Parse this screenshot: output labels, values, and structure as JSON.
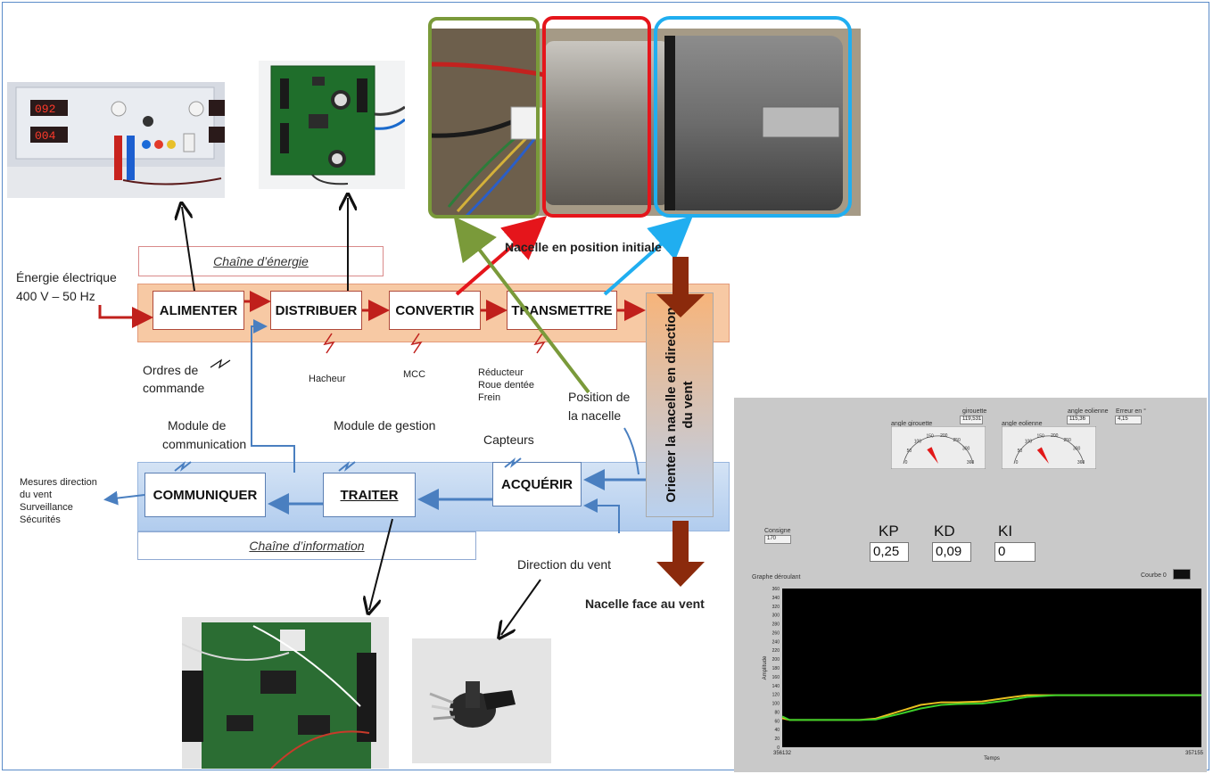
{
  "energy_chain": {
    "title": "Chaîne d’énergie",
    "input_line1": "Énergie électrique",
    "input_line2": "400 V – 50 Hz",
    "blocks": [
      "ALIMENTER",
      "DISTRIBUER",
      "CONVERTIR",
      "TRANSMETTRE"
    ],
    "components": {
      "distribuer": "Hacheur",
      "convertir": "MCC",
      "transmettre_1": "Réducteur",
      "transmettre_2": "Roue dentée",
      "transmettre_3": "Frein"
    }
  },
  "info_chain": {
    "title": "Chaîne d’information",
    "blocks": [
      "COMMUNIQUER",
      "TRAITER",
      "ACQUÉRIR"
    ],
    "labels": {
      "module_comm_1": "Module de",
      "module_comm_2": "communication",
      "module_gestion": "Module de gestion",
      "capteurs": "Capteurs",
      "ordres_1": "Ordres de",
      "ordres_2": "commande",
      "sorties_1": "Mesures direction",
      "sorties_2": "du vent",
      "sorties_3": "Surveillance",
      "sorties_4": "Sécurités",
      "position_1": "Position de",
      "position_2": "la nacelle",
      "direction_vent": "Direction du vent"
    }
  },
  "action": {
    "label": "Orienter la nacelle en direction du vent",
    "top": "Nacelle en position initiale",
    "bottom": "Nacelle face au vent"
  },
  "labview": {
    "gauge1": {
      "title": "angle girouette",
      "readout_label": "girouette",
      "readout": "119,531",
      "value": 119.531
    },
    "gauge2": {
      "title": "angle eolienne",
      "readout_label": "angle eolienne",
      "readout": "115,36",
      "value": 115.36
    },
    "erreur_label": "Erreur en °",
    "erreur_value": "4,15",
    "consigne_label": "Consigne",
    "consigne_value": "170",
    "kp_label": "KP",
    "kp_value": "0,25",
    "kd_label": "KD",
    "kd_value": "0,09",
    "ki_label": "KI",
    "ki_value": "0",
    "graph_title": "Graphe déroulant",
    "courbe_label": "Courbe 0",
    "ylabel": "Amplitude",
    "xlabel": "Temps",
    "xmin_label": "356132",
    "xmax_label": "357155",
    "gauge_ticks": [
      "0",
      "50",
      "100",
      "150",
      "200",
      "250",
      "300",
      "360"
    ]
  },
  "chart_data": {
    "type": "line",
    "xlabel": "Temps",
    "ylabel": "Amplitude",
    "ylim": [
      0,
      360
    ],
    "xlim": [
      356132,
      357155
    ],
    "yticks": [
      0,
      20,
      40,
      60,
      80,
      100,
      120,
      140,
      160,
      180,
      200,
      220,
      240,
      260,
      280,
      300,
      320,
      340,
      360
    ],
    "series": [
      {
        "color": "#e8c020",
        "x": [
          356132,
          356150,
          356200,
          356320,
          356360,
          356420,
          356470,
          356520,
          356560,
          356620,
          356680,
          356730,
          356800,
          356900,
          357000,
          357155
        ],
        "values": [
          66,
          62,
          62,
          62,
          65,
          82,
          96,
          102,
          102,
          104,
          112,
          118,
          118,
          118,
          118,
          118
        ]
      },
      {
        "color": "#3ccf2a",
        "x": [
          356132,
          356150,
          356200,
          356320,
          356360,
          356420,
          356470,
          356520,
          356560,
          356620,
          356680,
          356730,
          356800,
          356900,
          357000,
          357155
        ],
        "values": [
          70,
          62,
          62,
          62,
          63,
          76,
          88,
          96,
          98,
          99,
          106,
          114,
          118,
          118,
          118,
          118
        ]
      }
    ]
  },
  "colors": {
    "energy_band": "#f7c9a4",
    "info_band": "#b9d1ef",
    "energy_arrow": "#c0201c",
    "info_arrow": "#4a7fc0",
    "brown_arrow": "#8b2a0c",
    "olive_frame": "#7a9a3a",
    "red_frame": "#e5151b",
    "cyan_frame": "#20aef0"
  }
}
